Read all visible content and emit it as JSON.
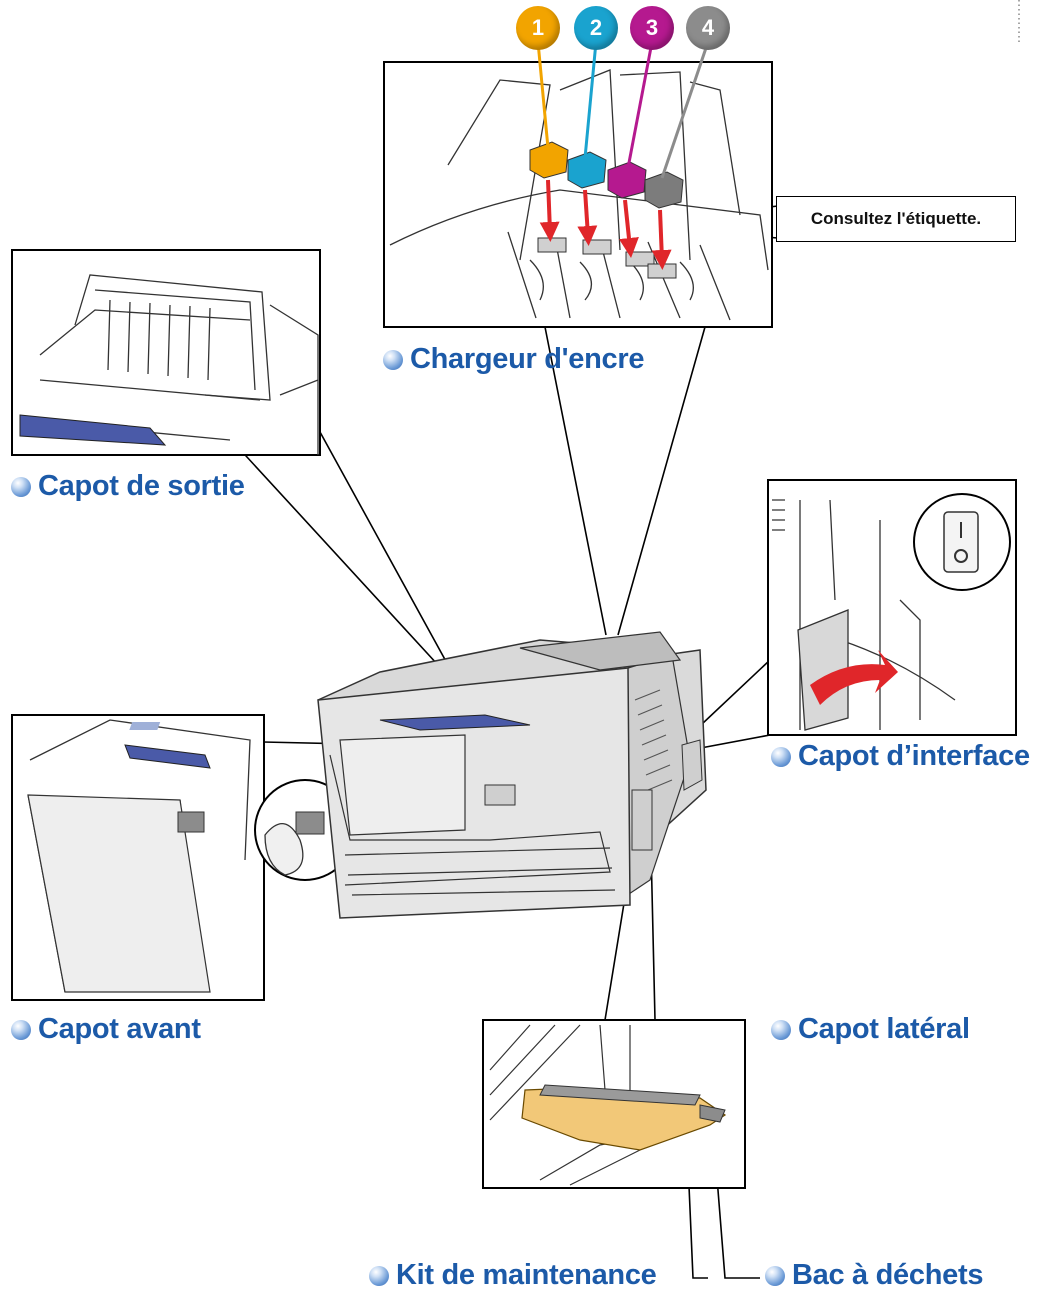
{
  "labels": {
    "ink_loader": "Chargeur d'encre",
    "exit_cover": "Capot de sortie",
    "interface_cover": "Capot d’interface",
    "front_cover": "Capot avant",
    "side_cover": "Capot latéral",
    "maintenance_kit": "Kit de maintenance",
    "waste_tray": "Bac à déchets"
  },
  "callout": "Consultez l'étiquette.",
  "ink_slots": [
    {
      "number": "1",
      "color": "#f2a400"
    },
    {
      "number": "2",
      "color": "#1aa3cf"
    },
    {
      "number": "3",
      "color": "#b5198f"
    },
    {
      "number": "4",
      "color": "#8c8c8c"
    }
  ],
  "colors": {
    "label_blue": "#1c5aa8",
    "arrow_red": "#e0262a",
    "panel_blue": "#4a5aa8",
    "printer_grey": "#e6e6e6",
    "maintenance_kit": "#f2c878"
  }
}
